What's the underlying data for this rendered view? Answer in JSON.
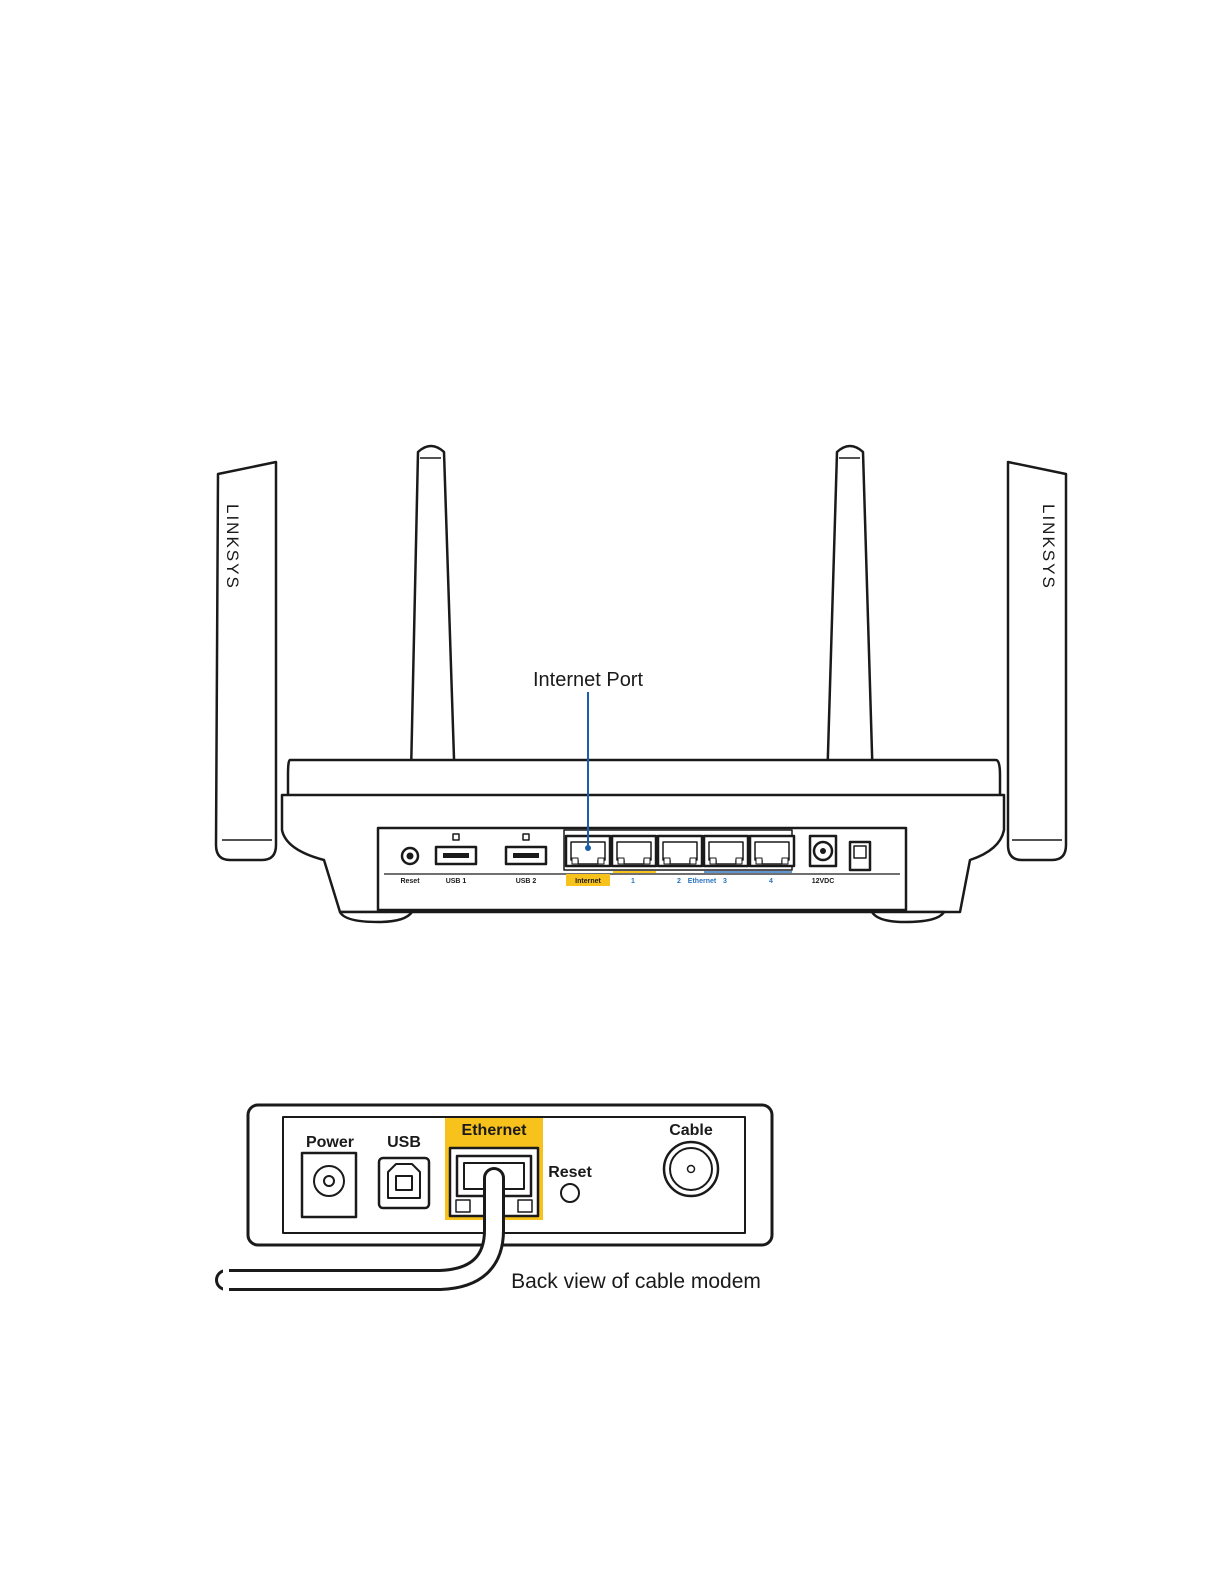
{
  "router": {
    "antenna_brand": "LINKSYS",
    "callout_label": "Internet Port",
    "port_labels": {
      "reset": "Reset",
      "usb1": "USB 1",
      "usb2": "USB 2",
      "internet": "Internet",
      "eth1": "1",
      "eth2": "2",
      "ethernet": "Ethernet",
      "eth3": "3",
      "eth4": "4",
      "power": "12VDC"
    }
  },
  "modem": {
    "labels": {
      "power": "Power",
      "usb": "USB",
      "ethernet": "Ethernet",
      "reset": "Reset",
      "cable": "Cable"
    },
    "caption": "Back view of cable modem"
  },
  "colors": {
    "highlight": "#f8c21c",
    "callout_line": "#1a5fa8",
    "ethernet_label": "#2a74c0",
    "outline": "#1a1a1a"
  }
}
